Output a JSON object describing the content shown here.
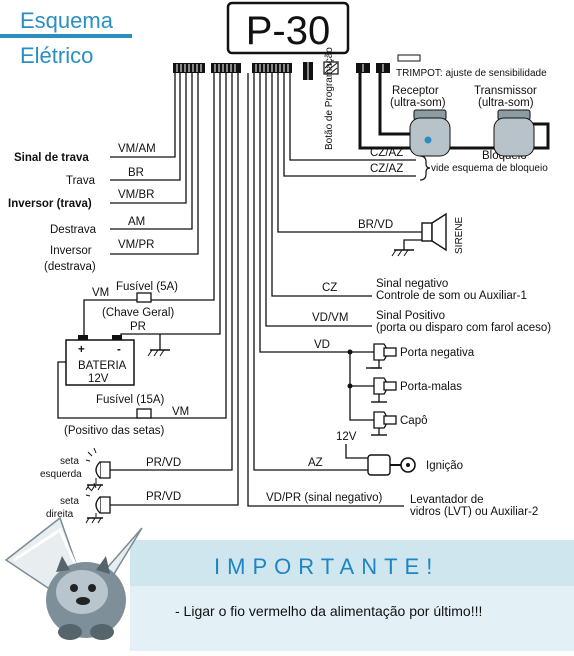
{
  "title": {
    "line1": "Esquema",
    "line2": "Elétrico"
  },
  "model": "P-30",
  "left": {
    "sinal_trava": {
      "label": "Sinal de trava",
      "wire": "VM/AM"
    },
    "trava": {
      "label": "Trava",
      "wire": "BR"
    },
    "inversor_trava": {
      "label": "Inversor (trava)",
      "wire": "VM/BR"
    },
    "destrava": {
      "label": "Destrava",
      "wire": "AM"
    },
    "inversor_destrava": {
      "label1": "Inversor",
      "label2": "(destrava)",
      "wire": "VM/PR"
    },
    "fusivel5": "Fusível (5A)",
    "vm_geral": "VM",
    "chave_geral": "(Chave Geral)",
    "pr": "PR",
    "bateria": {
      "label": "BATERIA",
      "voltage": "12V",
      "plus": "+",
      "minus": "-"
    },
    "fusivel15": "Fusível (15A)",
    "vm_setas": "VM",
    "positivo_setas": "(Positivo das setas)",
    "seta_esq": {
      "line1": "seta",
      "line2": "esquerda",
      "wire": "PR/VD"
    },
    "seta_dir": {
      "line1": "seta",
      "line2": "direita",
      "wire": "PR/VD"
    }
  },
  "top": {
    "botao": "Botão de Programação",
    "trimpot": "TRIMPOT: ajuste de sensibilidade",
    "receptor": {
      "line1": "Receptor",
      "line2": "(ultra-som)"
    },
    "transmissor": {
      "line1": "Transmissor",
      "line2": "(ultra-som)"
    }
  },
  "right": {
    "cz_az1": "CZ/AZ",
    "cz_az2": "CZ/AZ",
    "bloqueio": "Bloqueio",
    "bloqueio_ref": "vide esquema de bloqueio",
    "br_vd": "BR/VD",
    "sirene": "SIRENE",
    "cz": "CZ",
    "sinal_negativo": {
      "line1": "Sinal negativo",
      "line2": "Controle de som ou Auxiliar-1"
    },
    "vd_vm": "VD/VM",
    "sinal_positivo": {
      "line1": "Sinal Positivo",
      "line2": "(porta ou disparo com farol aceso)"
    },
    "vd": "VD",
    "porta_negativa": "Porta negativa",
    "porta_malas": "Porta-malas",
    "capo": "Capô",
    "v12": "12V",
    "az": "AZ",
    "ignicao": "Ignição",
    "vd_pr": "VD/PR (sinal negativo)",
    "levantador": {
      "line1": "Levantador de",
      "line2": "vidros  (LVT) ou Auxiliar-2"
    }
  },
  "important": {
    "heading": "IMPORTANTE!",
    "note": "- Ligar o fio vermelho da alimentação por último!!!"
  }
}
